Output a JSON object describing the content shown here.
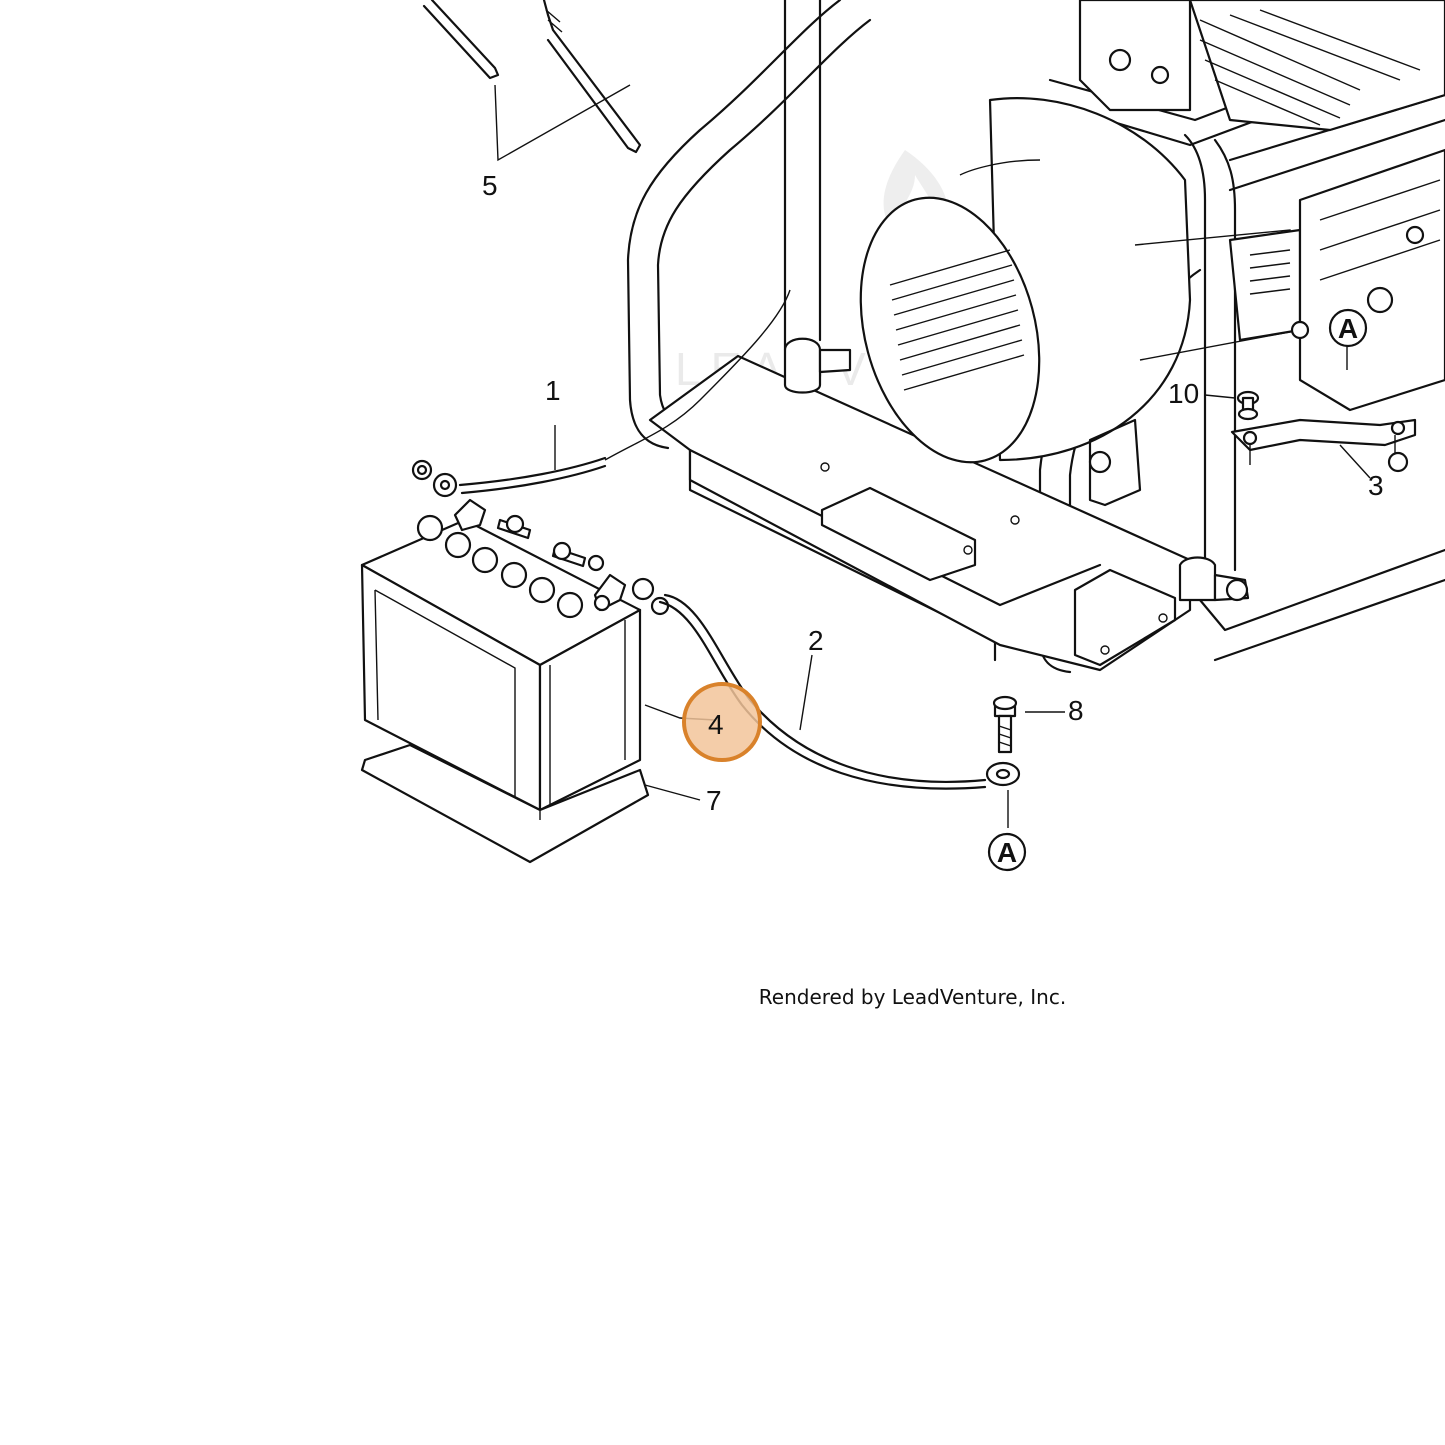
{
  "callouts": [
    {
      "id": "1",
      "label": "1"
    },
    {
      "id": "2",
      "label": "2"
    },
    {
      "id": "3",
      "label": "3"
    },
    {
      "id": "4",
      "label": "4",
      "highlighted": true
    },
    {
      "id": "5",
      "label": "5"
    },
    {
      "id": "7",
      "label": "7"
    },
    {
      "id": "8",
      "label": "8"
    },
    {
      "id": "10",
      "label": "10"
    }
  ],
  "reference_markers": [
    {
      "label": "A"
    },
    {
      "label": "A"
    }
  ],
  "watermark": "LEADVENTURE",
  "credit": "Rendered by LeadVenture, Inc.",
  "colors": {
    "highlight_fill": "#f2c49a",
    "highlight_stroke": "#d9822b",
    "line": "#111111"
  }
}
